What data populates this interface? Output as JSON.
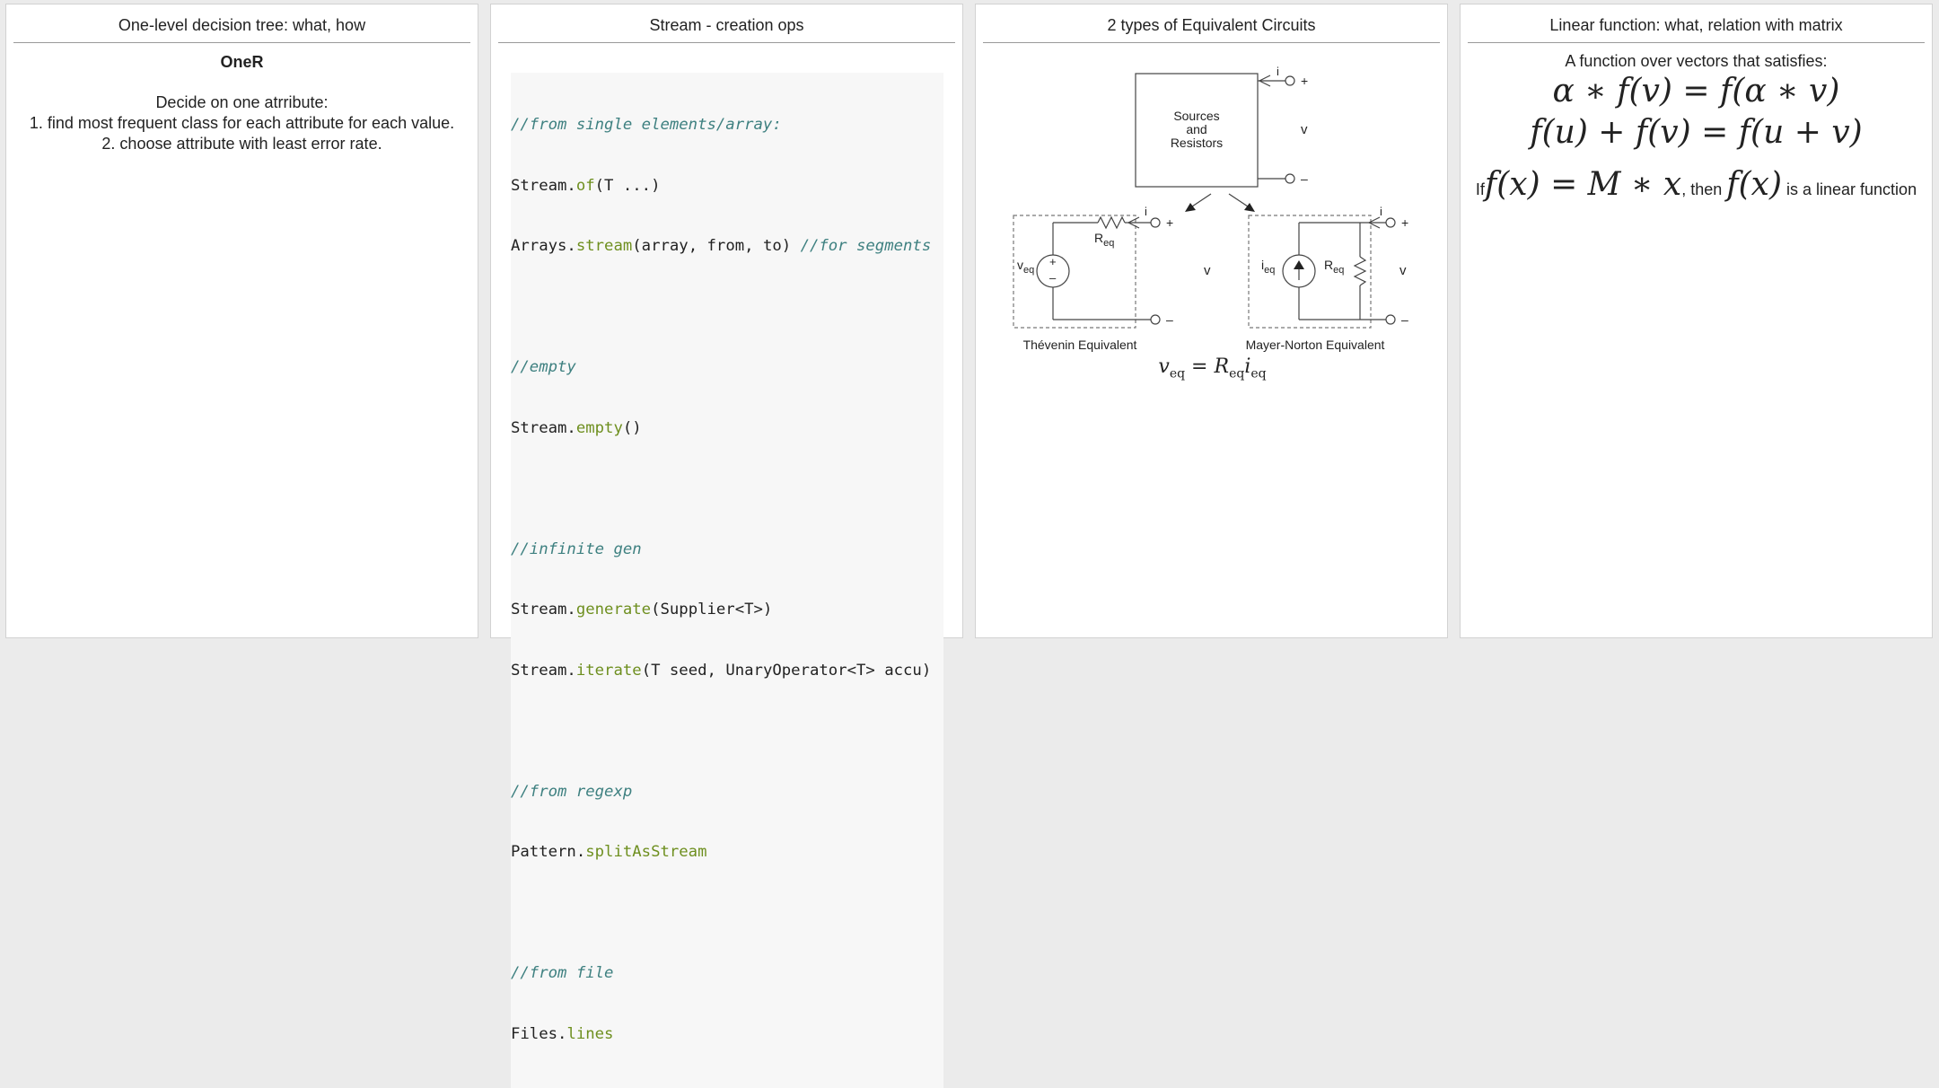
{
  "cards": [
    {
      "title": "One-level decision tree: what, how",
      "heading": "OneR",
      "lines": [
        "Decide on one atrribute:",
        "1. find most frequent class for each attribute for each value.",
        "2. choose attribute with least error rate."
      ]
    },
    {
      "title": "Stream - creation ops",
      "code": {
        "c1": "//from single elements/array:",
        "l1a": "Stream.",
        "l1b": "of",
        "l1c": "(T ...)",
        "l2a": "Arrays.",
        "l2b": "stream",
        "l2c": "(array, from, to) ",
        "l2d": "//for segments",
        "c2": "//empty",
        "l3a": "Stream.",
        "l3b": "empty",
        "l3c": "()",
        "c3": "//infinite gen",
        "l4a": "Stream.",
        "l4b": "generate",
        "l4c": "(Supplier<T>)",
        "l5a": "Stream.",
        "l5b": "iterate",
        "l5c": "(T seed, UnaryOperator<T> accu)",
        "c4": "//from regexp",
        "l6a": "Pattern.",
        "l6b": "splitAsStream",
        "c5": "//from file",
        "l7a": "Files.",
        "l7b": "lines"
      }
    },
    {
      "title": "2 types of Equivalent Circuits",
      "diagram": {
        "box_line1": "Sources",
        "box_line2": "and",
        "box_line3": "Resistors",
        "current": "i",
        "plus": "+",
        "minus": "–",
        "voltage": "v",
        "thevenin_label": "Thévenin Equivalent",
        "norton_label": "Mayer-Norton Equivalent",
        "r_main": "R",
        "r_sub": "eq",
        "v_main": "v",
        "v_sub": "eq",
        "i_main": "i",
        "i_sub": "eq"
      },
      "equation": {
        "lhs": "v",
        "lhs_sub": "eq",
        "eq": " = ",
        "r": "R",
        "r_sub": "eq",
        "i": "i",
        "i_sub": "eq"
      }
    },
    {
      "title": "Linear function: what, relation with matrix",
      "intro": "A function over vectors that satisfies:",
      "eq1": "α ∗ f(v) = f(α ∗ v)",
      "eq2": "f(u) + f(v) = f(u + v)",
      "if_word": "If",
      "if_expr": "f(x) = M ∗ x",
      "then_word": ", then",
      "then_expr": "f(x)",
      "tail": "is a linear function"
    }
  ],
  "colors": {
    "comment": "#3e8080",
    "function": "#6e8f1f",
    "card_bg": "#ffffff",
    "page_bg": "#ebebeb"
  }
}
